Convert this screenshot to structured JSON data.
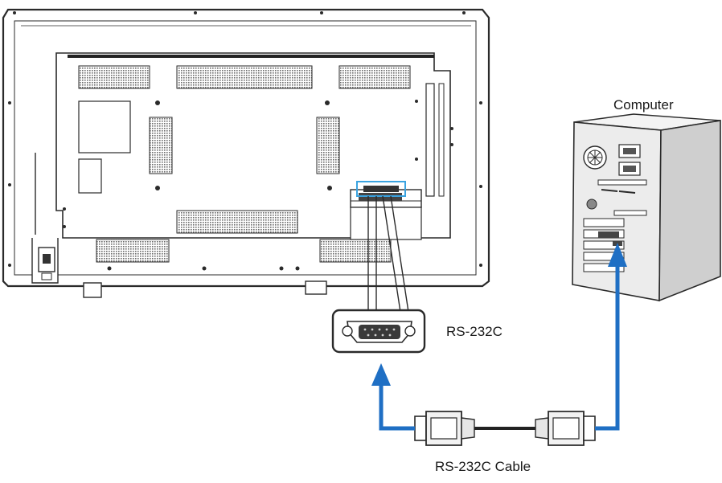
{
  "labels": {
    "computer": "Computer",
    "port": "RS-232C",
    "cable": "RS-232C Cable"
  },
  "colors": {
    "outline": "#2a2a2a",
    "arrow": "#1f6fc4",
    "highlight": "#3aa3e0",
    "vent": "#8a8a8a",
    "body_fill": "#ffffff",
    "computer_side": "#cfcfcf",
    "computer_front": "#ececec"
  },
  "icons": {
    "monitor": "display-rear-panel",
    "pc": "desktop-tower-computer",
    "port": "db9-serial-port",
    "cable": "db9-serial-cable"
  }
}
